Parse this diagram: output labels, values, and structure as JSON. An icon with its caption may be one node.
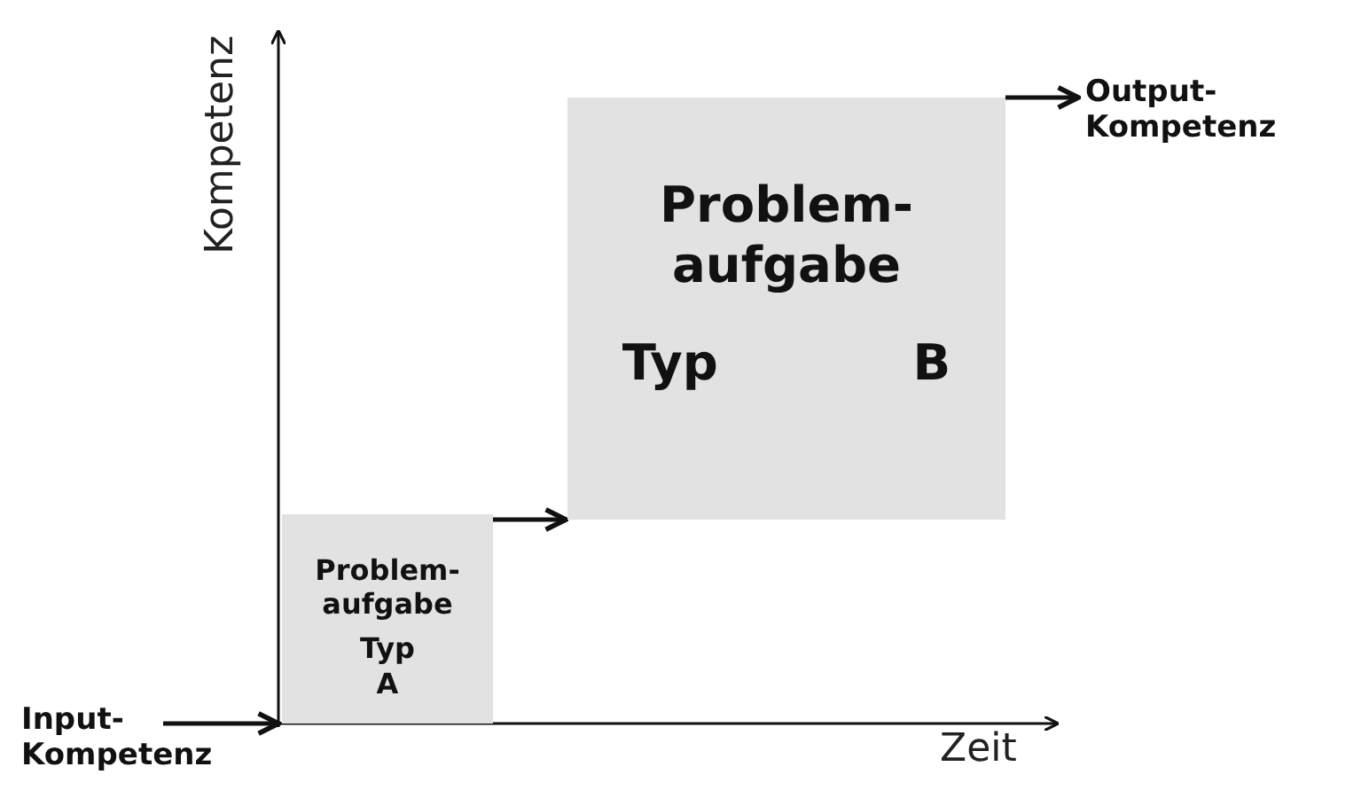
{
  "diagram": {
    "nodes": [
      {
        "text": [
          "Input- Kompetenz"
        ]
      },
      {
        "text": [
          "Problem- aufgabe",
          "Typ A"
        ]
      },
      {
        "text": [
          "Problem- aufgabe",
          "Typ B"
        ]
      },
      {
        "text": [
          "Output- Kompetenz"
        ]
      }
    ],
    "edges": [
      {
        "from": 0,
        "to": 1,
        "arrow": "to"
      },
      {
        "from": 1,
        "to": 2,
        "arrow": "to"
      },
      {
        "from": 2,
        "to": 3,
        "arrow": "to"
      }
    ],
    "labels": [
      "Kompetenz",
      "Zeit"
    ]
  }
}
